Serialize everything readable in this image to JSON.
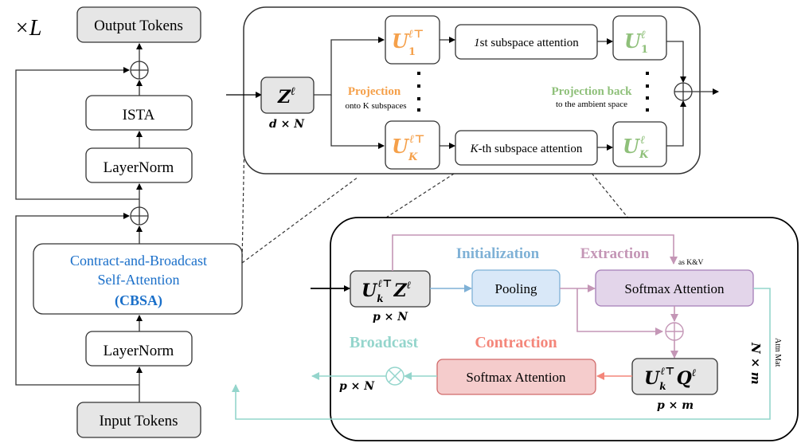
{
  "left": {
    "times_l": "×L",
    "output_tokens": "Output Tokens",
    "ista": "ISTA",
    "layernorm_top": "LayerNorm",
    "cbsa_line1": "Contract-and-Broadcast",
    "cbsa_line2": "Self-Attention",
    "cbsa_line3": "(CBSA)",
    "layernorm_bottom": "LayerNorm",
    "input_tokens": "Input Tokens"
  },
  "top": {
    "z": "Z",
    "z_sup": "ℓ",
    "z_dim": "d × N",
    "u1_proj": "U",
    "u1_sub": "1",
    "uk_sub": "K",
    "sup": "ℓ⊤",
    "sup_back": "ℓ",
    "first_attn_prefix": "1",
    "first_attn": "st subspace attention",
    "kth_attn_prefix": "K",
    "kth_attn": "-th subspace attention",
    "projection": "Projection",
    "projection_sub": "onto K subspaces",
    "projection_back": "Projection back",
    "projection_back_sub": "to the ambient space"
  },
  "bottom": {
    "ukz": "U",
    "ukz_sub": "k",
    "ukz_sup": "ℓ⊤",
    "ukz_z": "Z",
    "ukz_z_sup": "ℓ",
    "ukz_dim": "p × N",
    "initialization": "Initialization",
    "pooling": "Pooling",
    "extraction": "Extraction",
    "as_kv": "as K&V",
    "softmax_top": "Softmax Attention",
    "attn_mat": "Attn Mat",
    "attn_dim": "N × m",
    "ukq": "U",
    "ukq_q": "Q",
    "ukq_dim": "p × m",
    "contraction": "Contraction",
    "softmax_bottom": "Softmax Attention",
    "broadcast": "Broadcast",
    "out_dim": "p × N"
  },
  "colors": {
    "orange": "#f5a04a",
    "green": "#8fc07a",
    "blue_text": "#1a6fc9",
    "init_blue": "#7fb1d6",
    "pooling_fill": "#d9e8f8",
    "extract_pink": "#c496b6",
    "softmax_purple_fill": "#e3d5ea",
    "contract_red": "#f4867a",
    "softmax_red_fill": "#f5cccc",
    "broadcast_teal": "#94d5cc",
    "gray_fill": "#e6e6e6"
  }
}
